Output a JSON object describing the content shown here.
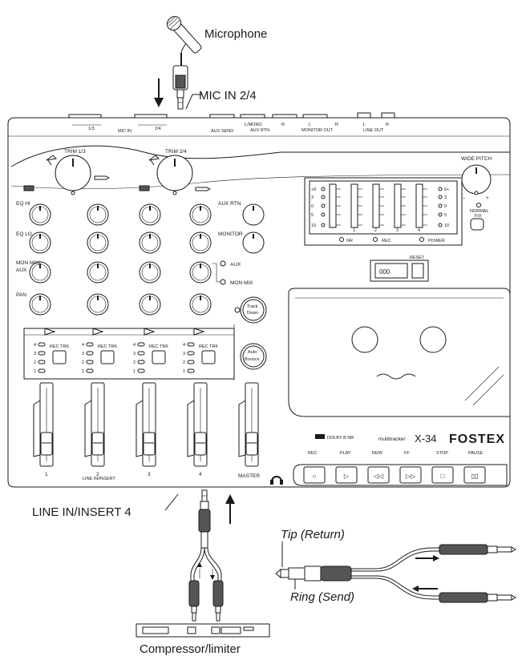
{
  "callouts": {
    "microphone": "Microphone",
    "mic_in_24": "MIC IN 2/4",
    "line_in_insert_4": "LINE IN/INSERT 4",
    "tip_return": "Tip (Return)",
    "ring_send": "Ring (Send)",
    "compressor_limiter": "Compressor/limiter"
  },
  "top_panel": {
    "mic_in_13": "1/3",
    "mic_in_24": "2/4",
    "mic_in": "MIC IN",
    "aux_send": "AUX SEND",
    "l_mono": "L/MONO",
    "r": "R",
    "aux_rtn": "AUX RTN",
    "l": "L",
    "monitor_out": "MONITOR OUT",
    "line_out": "LINE OUT"
  },
  "mixer": {
    "trim_13": "TRIM 1/3",
    "trim_24": "TRIM 2/4",
    "eq_hi": "EQ HI",
    "eq_lo": "EQ LO",
    "mon_mix_aux": "MON MIX/\nAUX",
    "mon_mix_line1": "MON MIX/",
    "mon_mix_line2": "AUX",
    "pan": "PAN",
    "aux_rtn": "AUX RTN",
    "monitor": "MONITOR",
    "aux": "AUX",
    "mon_mix": "MON MIX",
    "track_down_1": "Track",
    "track_down_2": "Down",
    "auto_bounce_1": "Auto",
    "auto_bounce_2": "Bounce",
    "rec_trk": "REC TRK",
    "track_leds": [
      "4",
      "3",
      "2",
      "1"
    ],
    "fader_labels": [
      "1",
      "2",
      "3",
      "4"
    ],
    "line_in_insert": "LINE IN/INSERT",
    "master": "MASTER"
  },
  "meter": {
    "left_scale": [
      "+6",
      "3",
      "0",
      "5",
      "10"
    ],
    "right_scale": [
      "6+",
      "3",
      "0",
      "5",
      "10"
    ],
    "channels": [
      "1",
      "2",
      "3",
      "4"
    ],
    "nr": "NR",
    "rec": "REC",
    "power": "POWER"
  },
  "pitch": {
    "wide_pitch": "WIDE PITCH",
    "minus": "–",
    "plus": "+",
    "normal_fix_1": "NORMAL",
    "normal_fix_2": "FIX"
  },
  "counter": {
    "reset": "RESET",
    "value": "000"
  },
  "brand": {
    "dolby": "DOLBY B NR",
    "model_prefix": "multitracker",
    "model": "X-34",
    "maker": "FOSTEX"
  },
  "transport": [
    {
      "label": "REC",
      "glyph": "○"
    },
    {
      "label": "PLAY",
      "glyph": "▷"
    },
    {
      "label": "REW",
      "glyph": "◁◁"
    },
    {
      "label": "FF",
      "glyph": "▷▷"
    },
    {
      "label": "STOP",
      "glyph": "□"
    },
    {
      "label": "PAUSE",
      "glyph": "▯▯"
    }
  ],
  "colors": {
    "ink": "#1a1a1a",
    "panel": "#ffffff",
    "plug_shade": "#555555"
  }
}
